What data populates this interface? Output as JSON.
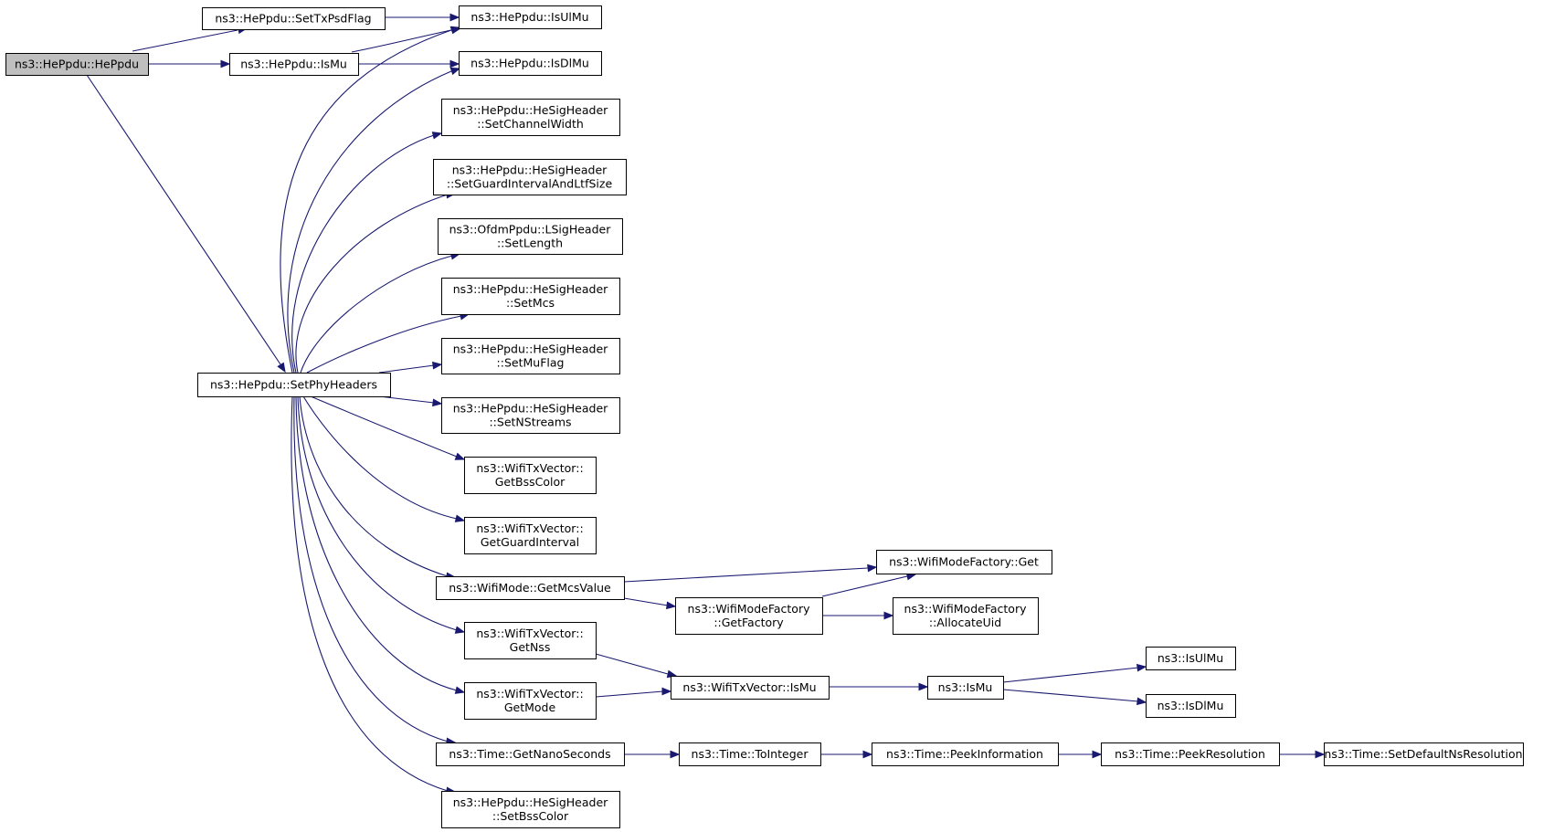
{
  "nodes": [
    {
      "id": "root",
      "lines": [
        "ns3::HePpdu::HePpdu"
      ],
      "root": true
    },
    {
      "id": "settxpsdflag",
      "lines": [
        "ns3::HePpdu::SetTxPsdFlag"
      ]
    },
    {
      "id": "ismu",
      "lines": [
        "ns3::HePpdu::IsMu"
      ]
    },
    {
      "id": "isulmu",
      "lines": [
        "ns3::HePpdu::IsUlMu"
      ]
    },
    {
      "id": "isdlmu",
      "lines": [
        "ns3::HePpdu::IsDlMu"
      ]
    },
    {
      "id": "setphyheaders",
      "lines": [
        "ns3::HePpdu::SetPhyHeaders"
      ]
    },
    {
      "id": "setchannelwidth",
      "lines": [
        "ns3::HePpdu::HeSigHeader",
        "::SetChannelWidth"
      ]
    },
    {
      "id": "setgi",
      "lines": [
        "ns3::HePpdu::HeSigHeader",
        "::SetGuardIntervalAndLtfSize"
      ]
    },
    {
      "id": "setlength",
      "lines": [
        "ns3::OfdmPpdu::LSigHeader",
        "::SetLength"
      ]
    },
    {
      "id": "setmcs",
      "lines": [
        "ns3::HePpdu::HeSigHeader",
        "::SetMcs"
      ]
    },
    {
      "id": "setmuflag",
      "lines": [
        "ns3::HePpdu::HeSigHeader",
        "::SetMuFlag"
      ]
    },
    {
      "id": "setnstreams",
      "lines": [
        "ns3::HePpdu::HeSigHeader",
        "::SetNStreams"
      ]
    },
    {
      "id": "getbsscolor",
      "lines": [
        "ns3::WifiTxVector::",
        "GetBssColor"
      ]
    },
    {
      "id": "getguardinterval",
      "lines": [
        "ns3::WifiTxVector::",
        "GetGuardInterval"
      ]
    },
    {
      "id": "getmcsvalue",
      "lines": [
        "ns3::WifiMode::GetMcsValue"
      ]
    },
    {
      "id": "getnss",
      "lines": [
        "ns3::WifiTxVector::",
        "GetNss"
      ]
    },
    {
      "id": "getmode",
      "lines": [
        "ns3::WifiTxVector::",
        "GetMode"
      ]
    },
    {
      "id": "getnanoseconds",
      "lines": [
        "ns3::Time::GetNanoSeconds"
      ]
    },
    {
      "id": "setbsscolor",
      "lines": [
        "ns3::HePpdu::HeSigHeader",
        "::SetBssColor"
      ]
    },
    {
      "id": "wmfget",
      "lines": [
        "ns3::WifiModeFactory::Get"
      ]
    },
    {
      "id": "getfactory",
      "lines": [
        "ns3::WifiModeFactory",
        "::GetFactory"
      ]
    },
    {
      "id": "allocateuid",
      "lines": [
        "ns3::WifiModeFactory",
        "::AllocateUid"
      ]
    },
    {
      "id": "txvismu",
      "lines": [
        "ns3::WifiTxVector::IsMu"
      ]
    },
    {
      "id": "ns3ismu",
      "lines": [
        "ns3::IsMu"
      ]
    },
    {
      "id": "ns3isulmu",
      "lines": [
        "ns3::IsUlMu"
      ]
    },
    {
      "id": "ns3isdlmu",
      "lines": [
        "ns3::IsDlMu"
      ]
    },
    {
      "id": "tointeger",
      "lines": [
        "ns3::Time::ToInteger"
      ]
    },
    {
      "id": "peekinformation",
      "lines": [
        "ns3::Time::PeekInformation"
      ]
    },
    {
      "id": "peekresolution",
      "lines": [
        "ns3::Time::PeekResolution"
      ]
    },
    {
      "id": "setdefaultnsres",
      "lines": [
        "ns3::Time::SetDefaultNsResolution"
      ]
    }
  ],
  "edges": [
    {
      "from": "root",
      "to": "settxpsdflag"
    },
    {
      "from": "root",
      "to": "ismu"
    },
    {
      "from": "root",
      "to": "setphyheaders"
    },
    {
      "from": "settxpsdflag",
      "to": "isulmu"
    },
    {
      "from": "ismu",
      "to": "isulmu"
    },
    {
      "from": "ismu",
      "to": "isdlmu"
    },
    {
      "from": "setphyheaders",
      "to": "isulmu"
    },
    {
      "from": "setphyheaders",
      "to": "isdlmu"
    },
    {
      "from": "setphyheaders",
      "to": "setchannelwidth"
    },
    {
      "from": "setphyheaders",
      "to": "setgi"
    },
    {
      "from": "setphyheaders",
      "to": "setlength"
    },
    {
      "from": "setphyheaders",
      "to": "setmcs"
    },
    {
      "from": "setphyheaders",
      "to": "setmuflag"
    },
    {
      "from": "setphyheaders",
      "to": "setnstreams"
    },
    {
      "from": "setphyheaders",
      "to": "getbsscolor"
    },
    {
      "from": "setphyheaders",
      "to": "getguardinterval"
    },
    {
      "from": "setphyheaders",
      "to": "getmcsvalue"
    },
    {
      "from": "setphyheaders",
      "to": "getnss"
    },
    {
      "from": "setphyheaders",
      "to": "getmode"
    },
    {
      "from": "setphyheaders",
      "to": "getnanoseconds"
    },
    {
      "from": "setphyheaders",
      "to": "setbsscolor"
    },
    {
      "from": "getmcsvalue",
      "to": "wmfget"
    },
    {
      "from": "getmcsvalue",
      "to": "getfactory"
    },
    {
      "from": "getfactory",
      "to": "wmfget"
    },
    {
      "from": "getfactory",
      "to": "allocateuid"
    },
    {
      "from": "getnss",
      "to": "txvismu"
    },
    {
      "from": "getmode",
      "to": "txvismu"
    },
    {
      "from": "txvismu",
      "to": "ns3ismu"
    },
    {
      "from": "ns3ismu",
      "to": "ns3isulmu"
    },
    {
      "from": "ns3ismu",
      "to": "ns3isdlmu"
    },
    {
      "from": "getnanoseconds",
      "to": "tointeger"
    },
    {
      "from": "tointeger",
      "to": "peekinformation"
    },
    {
      "from": "peekinformation",
      "to": "peekresolution"
    },
    {
      "from": "peekresolution",
      "to": "setdefaultnsres"
    }
  ]
}
